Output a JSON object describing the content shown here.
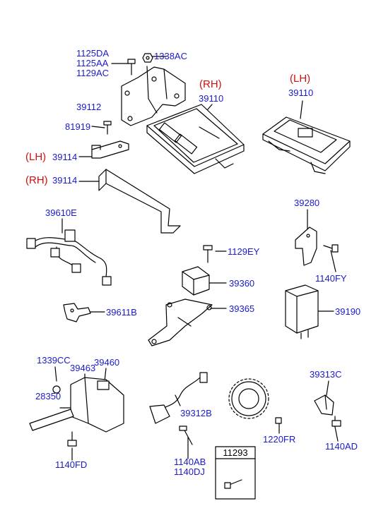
{
  "diagram": {
    "colors": {
      "part_number": "#1a1acc",
      "side_marker": "#cc1111",
      "line": "#000000",
      "background": "#ffffff"
    },
    "labels": [
      {
        "key": "1125DA",
        "text": "1125DA",
        "kind": "part"
      },
      {
        "key": "1125AA",
        "text": "1125AA",
        "kind": "part"
      },
      {
        "key": "1129AC",
        "text": "1129AC",
        "kind": "part"
      },
      {
        "key": "1338AC",
        "text": "1338AC",
        "kind": "part"
      },
      {
        "key": "rh_top",
        "text": "(RH)",
        "kind": "side"
      },
      {
        "key": "39110_rh",
        "text": "39110",
        "kind": "part"
      },
      {
        "key": "lh_top",
        "text": "(LH)",
        "kind": "side"
      },
      {
        "key": "39110_lh",
        "text": "39110",
        "kind": "part"
      },
      {
        "key": "39112",
        "text": "39112",
        "kind": "part"
      },
      {
        "key": "81919",
        "text": "81919",
        "kind": "part"
      },
      {
        "key": "lh_mid",
        "text": "(LH)",
        "kind": "side"
      },
      {
        "key": "39114_lh",
        "text": "39114",
        "kind": "part"
      },
      {
        "key": "rh_mid",
        "text": "(RH)",
        "kind": "side"
      },
      {
        "key": "39114_rh",
        "text": "39114",
        "kind": "part"
      },
      {
        "key": "39610E",
        "text": "39610E",
        "kind": "part"
      },
      {
        "key": "39280",
        "text": "39280",
        "kind": "part"
      },
      {
        "key": "1129EY",
        "text": "1129EY",
        "kind": "part"
      },
      {
        "key": "1140FY",
        "text": "1140FY",
        "kind": "part"
      },
      {
        "key": "39360",
        "text": "39360",
        "kind": "part"
      },
      {
        "key": "39611B",
        "text": "39611B",
        "kind": "part"
      },
      {
        "key": "39365",
        "text": "39365",
        "kind": "part"
      },
      {
        "key": "39190",
        "text": "39190",
        "kind": "part"
      },
      {
        "key": "1339CC",
        "text": "1339CC",
        "kind": "part"
      },
      {
        "key": "39463",
        "text": "39463",
        "kind": "part"
      },
      {
        "key": "39460",
        "text": "39460",
        "kind": "part"
      },
      {
        "key": "28350",
        "text": "28350",
        "kind": "part"
      },
      {
        "key": "39313C",
        "text": "39313C",
        "kind": "part"
      },
      {
        "key": "39312B",
        "text": "39312B",
        "kind": "part"
      },
      {
        "key": "1220FR",
        "text": "1220FR",
        "kind": "part"
      },
      {
        "key": "1140AD",
        "text": "1140AD",
        "kind": "part"
      },
      {
        "key": "1140FD",
        "text": "1140FD",
        "kind": "part"
      },
      {
        "key": "1140AB",
        "text": "1140AB",
        "kind": "part"
      },
      {
        "key": "1140DJ",
        "text": "1140DJ",
        "kind": "part"
      },
      {
        "key": "11293",
        "text": "11293",
        "kind": "boxed"
      }
    ]
  }
}
